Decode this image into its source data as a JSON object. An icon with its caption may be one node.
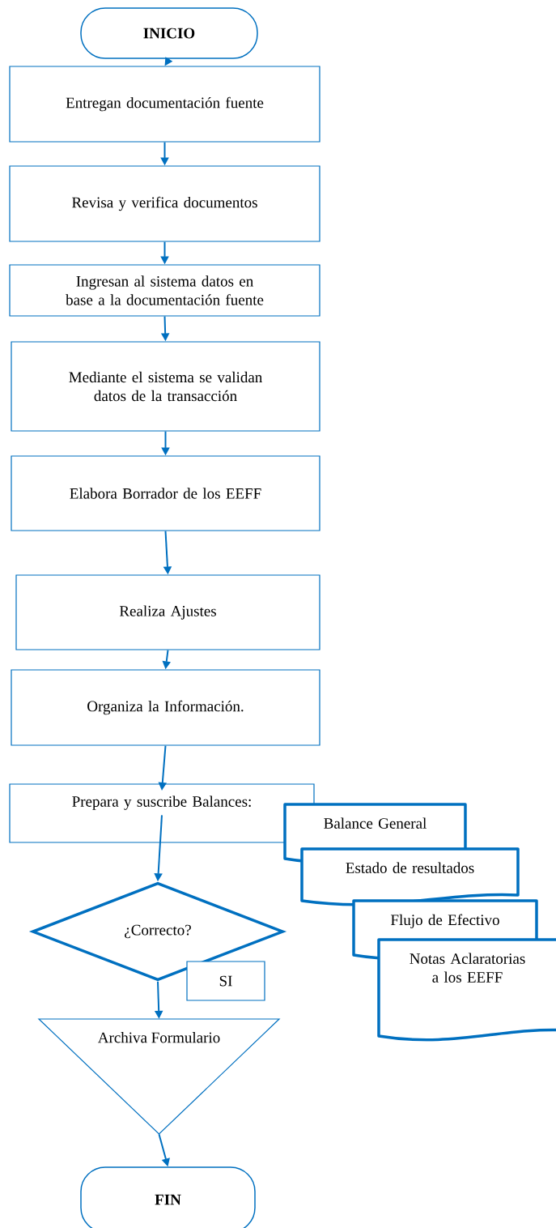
{
  "diagram": {
    "nodes": [
      {
        "text": [
          "INICIO"
        ]
      },
      {
        "text": [
          "Entregan documentación fuente"
        ]
      },
      {
        "text": [
          "Revisa y verifica documentos"
        ]
      },
      {
        "text": [
          "Ingresan al sistema datos en base a la documentación fuente"
        ]
      },
      {
        "text": [
          "Mediante el sistema se validan datos de la transacción"
        ]
      },
      {
        "text": [
          "Elabora Borrador de los EEFF"
        ]
      },
      {
        "text": [
          "Realiza Ajustes"
        ]
      },
      {
        "text": [
          "Organiza la Información."
        ]
      },
      {
        "text": [
          "Prepara y suscribe Balances:"
        ]
      },
      {
        "text": [
          "Balance  General"
        ]
      },
      {
        "text": [
          "Estado de resultados"
        ]
      },
      {
        "text": [
          "Flujo de Efectivo"
        ]
      },
      {
        "text": [
          "Notas Aclaratorias a los EEFF"
        ]
      },
      {
        "text": [
          "¿Correcto?"
        ]
      },
      {
        "text": [
          "SI"
        ]
      },
      {
        "text": [
          "Archiva Formulario"
        ]
      },
      {
        "text": [
          "FIN"
        ]
      }
    ],
    "edges": [
      {
        "from": 0,
        "to": 1,
        "arrow": "to"
      },
      {
        "from": 1,
        "to": 2,
        "arrow": "to"
      },
      {
        "from": 2,
        "to": 3,
        "arrow": "to"
      },
      {
        "from": 3,
        "to": 4,
        "arrow": "to"
      },
      {
        "from": 4,
        "to": 5,
        "arrow": "to"
      },
      {
        "from": 5,
        "to": 6,
        "arrow": "to"
      },
      {
        "from": 6,
        "to": 7,
        "arrow": "to"
      },
      {
        "from": 7,
        "to": 8,
        "arrow": "to"
      },
      {
        "from": 8,
        "to": 13,
        "arrow": "to"
      },
      {
        "from": 13,
        "to": 15,
        "arrow": "to"
      },
      {
        "from": 15,
        "to": 16,
        "arrow": "to"
      }
    ]
  }
}
